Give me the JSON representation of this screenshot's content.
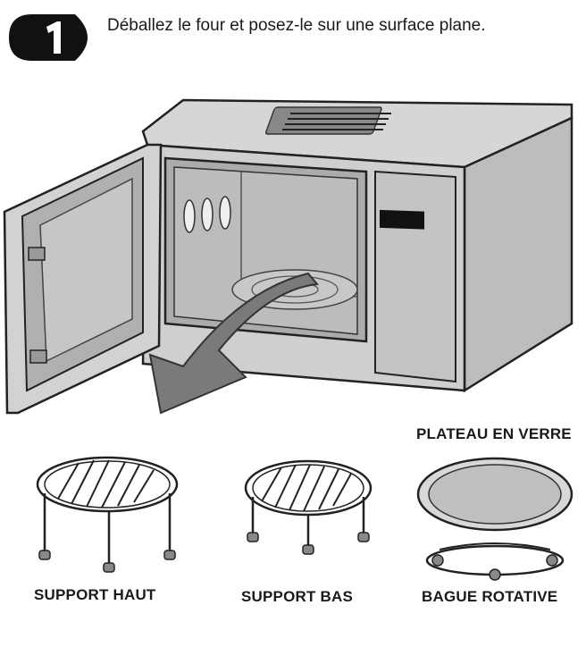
{
  "step": {
    "number": "1",
    "instruction": "Déballez le four et posez-le sur une surface plane."
  },
  "accessories": {
    "support_haut": "SUPPORT HAUT",
    "support_bas": "SUPPORT BAS",
    "plateau": "PLATEAU EN VERRE",
    "bague": "BAGUE ROTATIVE"
  },
  "icons": {
    "step_badge": "step-1-badge-icon",
    "oven": "microwave-oven-icon",
    "arrow": "curved-arrow-icon"
  },
  "colors": {
    "badge": "#111111",
    "oven_fill": "#c9c9c9",
    "oven_dark": "#8a8a8a",
    "arrow": "#7a7a7a"
  }
}
